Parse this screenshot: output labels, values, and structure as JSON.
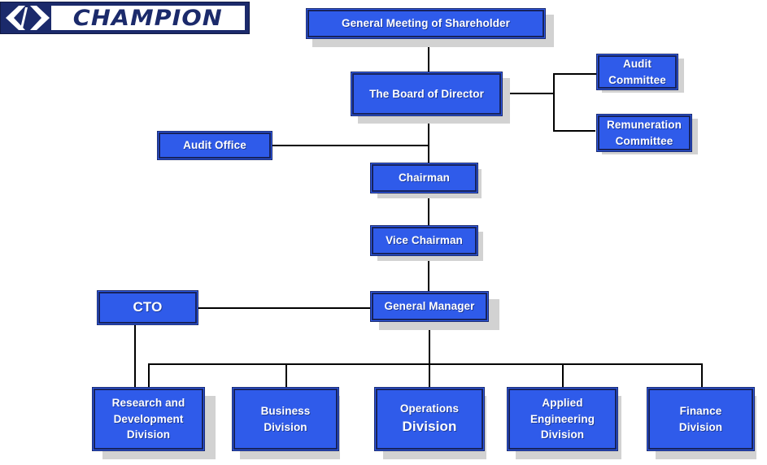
{
  "page": {
    "title": "Champion Organization Chart",
    "background_color": "#ffffff"
  },
  "brand": {
    "logo_name": "champion-logo",
    "wordmark": "CHAMPION",
    "mark_icon": "angle-bracket-icon",
    "logo_bg_color": "#1b2a6b",
    "logo_text_color": "#1b2a6b"
  },
  "style": {
    "node_fill": "#2f5bea",
    "node_border": "#1a2a6e",
    "node_text": "#ffffff",
    "shadow_color": "#d2d2d2",
    "line_color": "#000000"
  },
  "nodes": {
    "shareholders": "General Meeting of Shareholder",
    "board": "The Board of Director",
    "audit_committee_line1": "Audit",
    "audit_committee_line2": "Committee",
    "remuneration_line1": "Remuneration",
    "remuneration_line2": "Committee",
    "audit_office": "Audit Office",
    "chairman": "Chairman",
    "vice_chairman": "Vice Chairman",
    "cto": "CTO",
    "general_manager": "General Manager",
    "rnd_line1": "Research and",
    "rnd_line2": "Development",
    "rnd_line3": "Division",
    "business_line1": "Business",
    "business_line2": "Division",
    "operations_line1": "Operations",
    "operations_line2": "Division",
    "applied_line1": "Applied",
    "applied_line2": "Engineering",
    "applied_line3": "Division",
    "finance_line1": "Finance",
    "finance_line2": "Division"
  }
}
